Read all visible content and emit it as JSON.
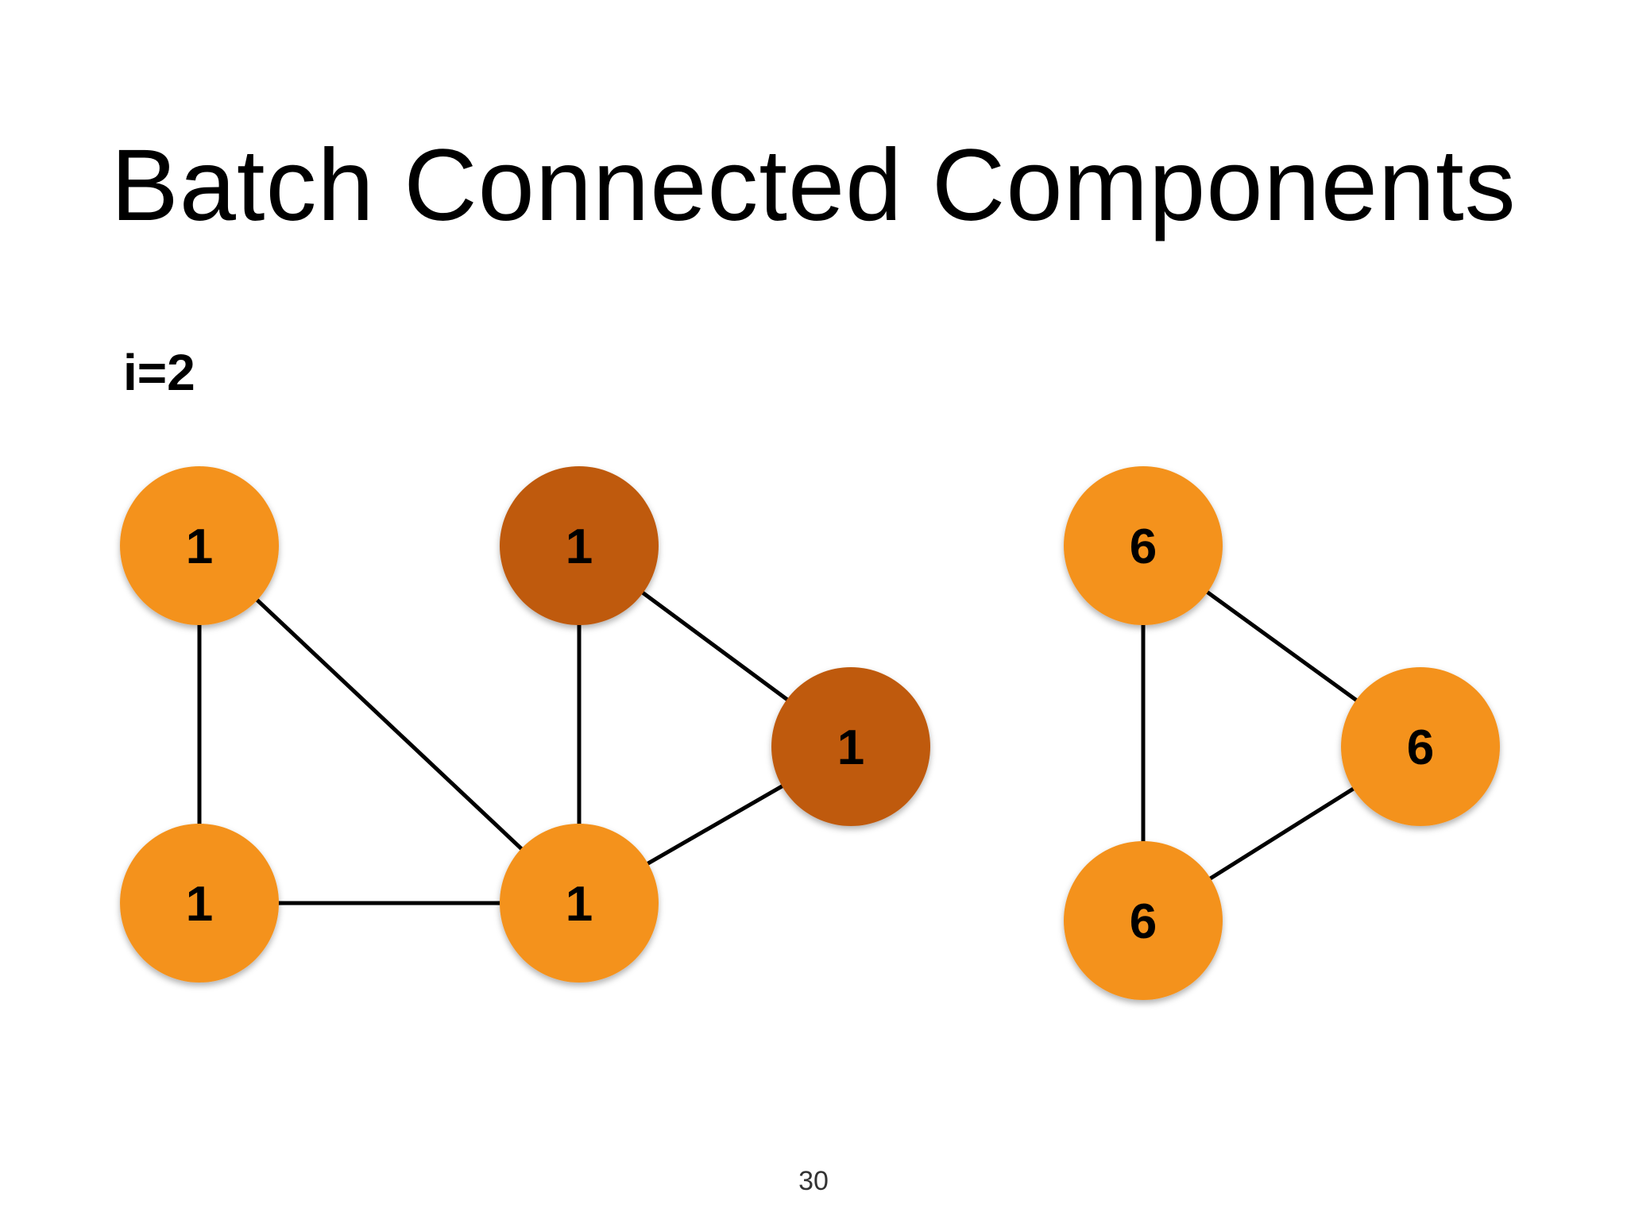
{
  "slide": {
    "title": "Batch Connected Components",
    "iteration_label": "i=2",
    "page_number": "30"
  },
  "colors": {
    "node_default": "#f4921e",
    "node_highlight": "#bf5a10",
    "edge": "#000000"
  },
  "graph": {
    "nodes": [
      {
        "id": "n1",
        "label": "1",
        "state": "default"
      },
      {
        "id": "n2",
        "label": "1",
        "state": "highlight"
      },
      {
        "id": "n3",
        "label": "1",
        "state": "highlight"
      },
      {
        "id": "n4",
        "label": "1",
        "state": "default"
      },
      {
        "id": "n5",
        "label": "1",
        "state": "default"
      },
      {
        "id": "n6",
        "label": "6",
        "state": "default"
      },
      {
        "id": "n7",
        "label": "6",
        "state": "default"
      },
      {
        "id": "n8",
        "label": "6",
        "state": "default"
      }
    ],
    "edges": [
      [
        "n1",
        "n4"
      ],
      [
        "n1",
        "n5"
      ],
      [
        "n4",
        "n5"
      ],
      [
        "n2",
        "n5"
      ],
      [
        "n2",
        "n3"
      ],
      [
        "n3",
        "n5"
      ],
      [
        "n6",
        "n7"
      ],
      [
        "n6",
        "n8"
      ],
      [
        "n7",
        "n8"
      ]
    ]
  }
}
